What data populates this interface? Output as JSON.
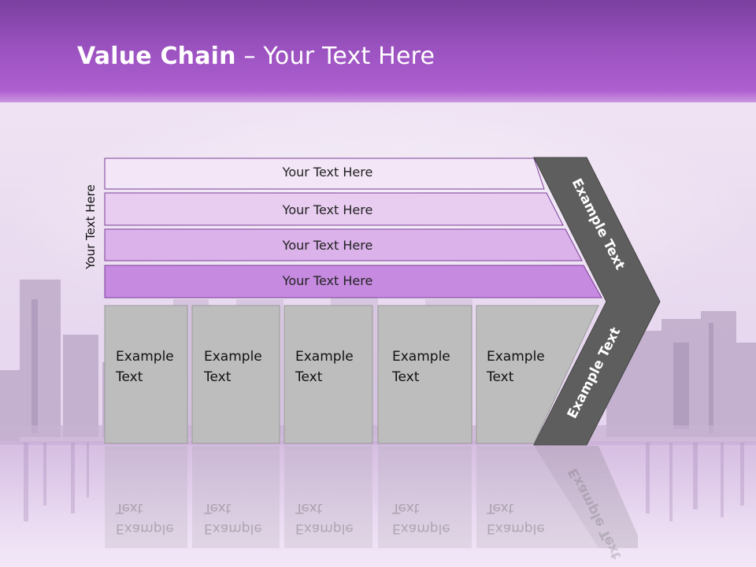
{
  "title": {
    "bold": "Value Chain",
    "rest": " – Your Text Here"
  },
  "side_label": "Your Text Here",
  "bars": [
    {
      "label": "Your Text Here",
      "color": "#f3e6f7"
    },
    {
      "label": "Your Text Here",
      "color": "#e8cdf1"
    },
    {
      "label": "Your Text Here",
      "color": "#dbb2ea"
    },
    {
      "label": "Your Text Here",
      "color": "#c68ae0"
    }
  ],
  "boxes": [
    {
      "label": "Example Text"
    },
    {
      "label": "Example Text"
    },
    {
      "label": "Example Text"
    },
    {
      "label": "Example Text"
    },
    {
      "label": "Example Text"
    }
  ],
  "arrow": {
    "top_label": "Example Text",
    "bottom_label": "Example Text",
    "color": "#5e5e5e"
  },
  "colors": {
    "box_fill": "#bdbdbd",
    "bar_border": "#7b3f98",
    "header": "#9a52bf"
  }
}
